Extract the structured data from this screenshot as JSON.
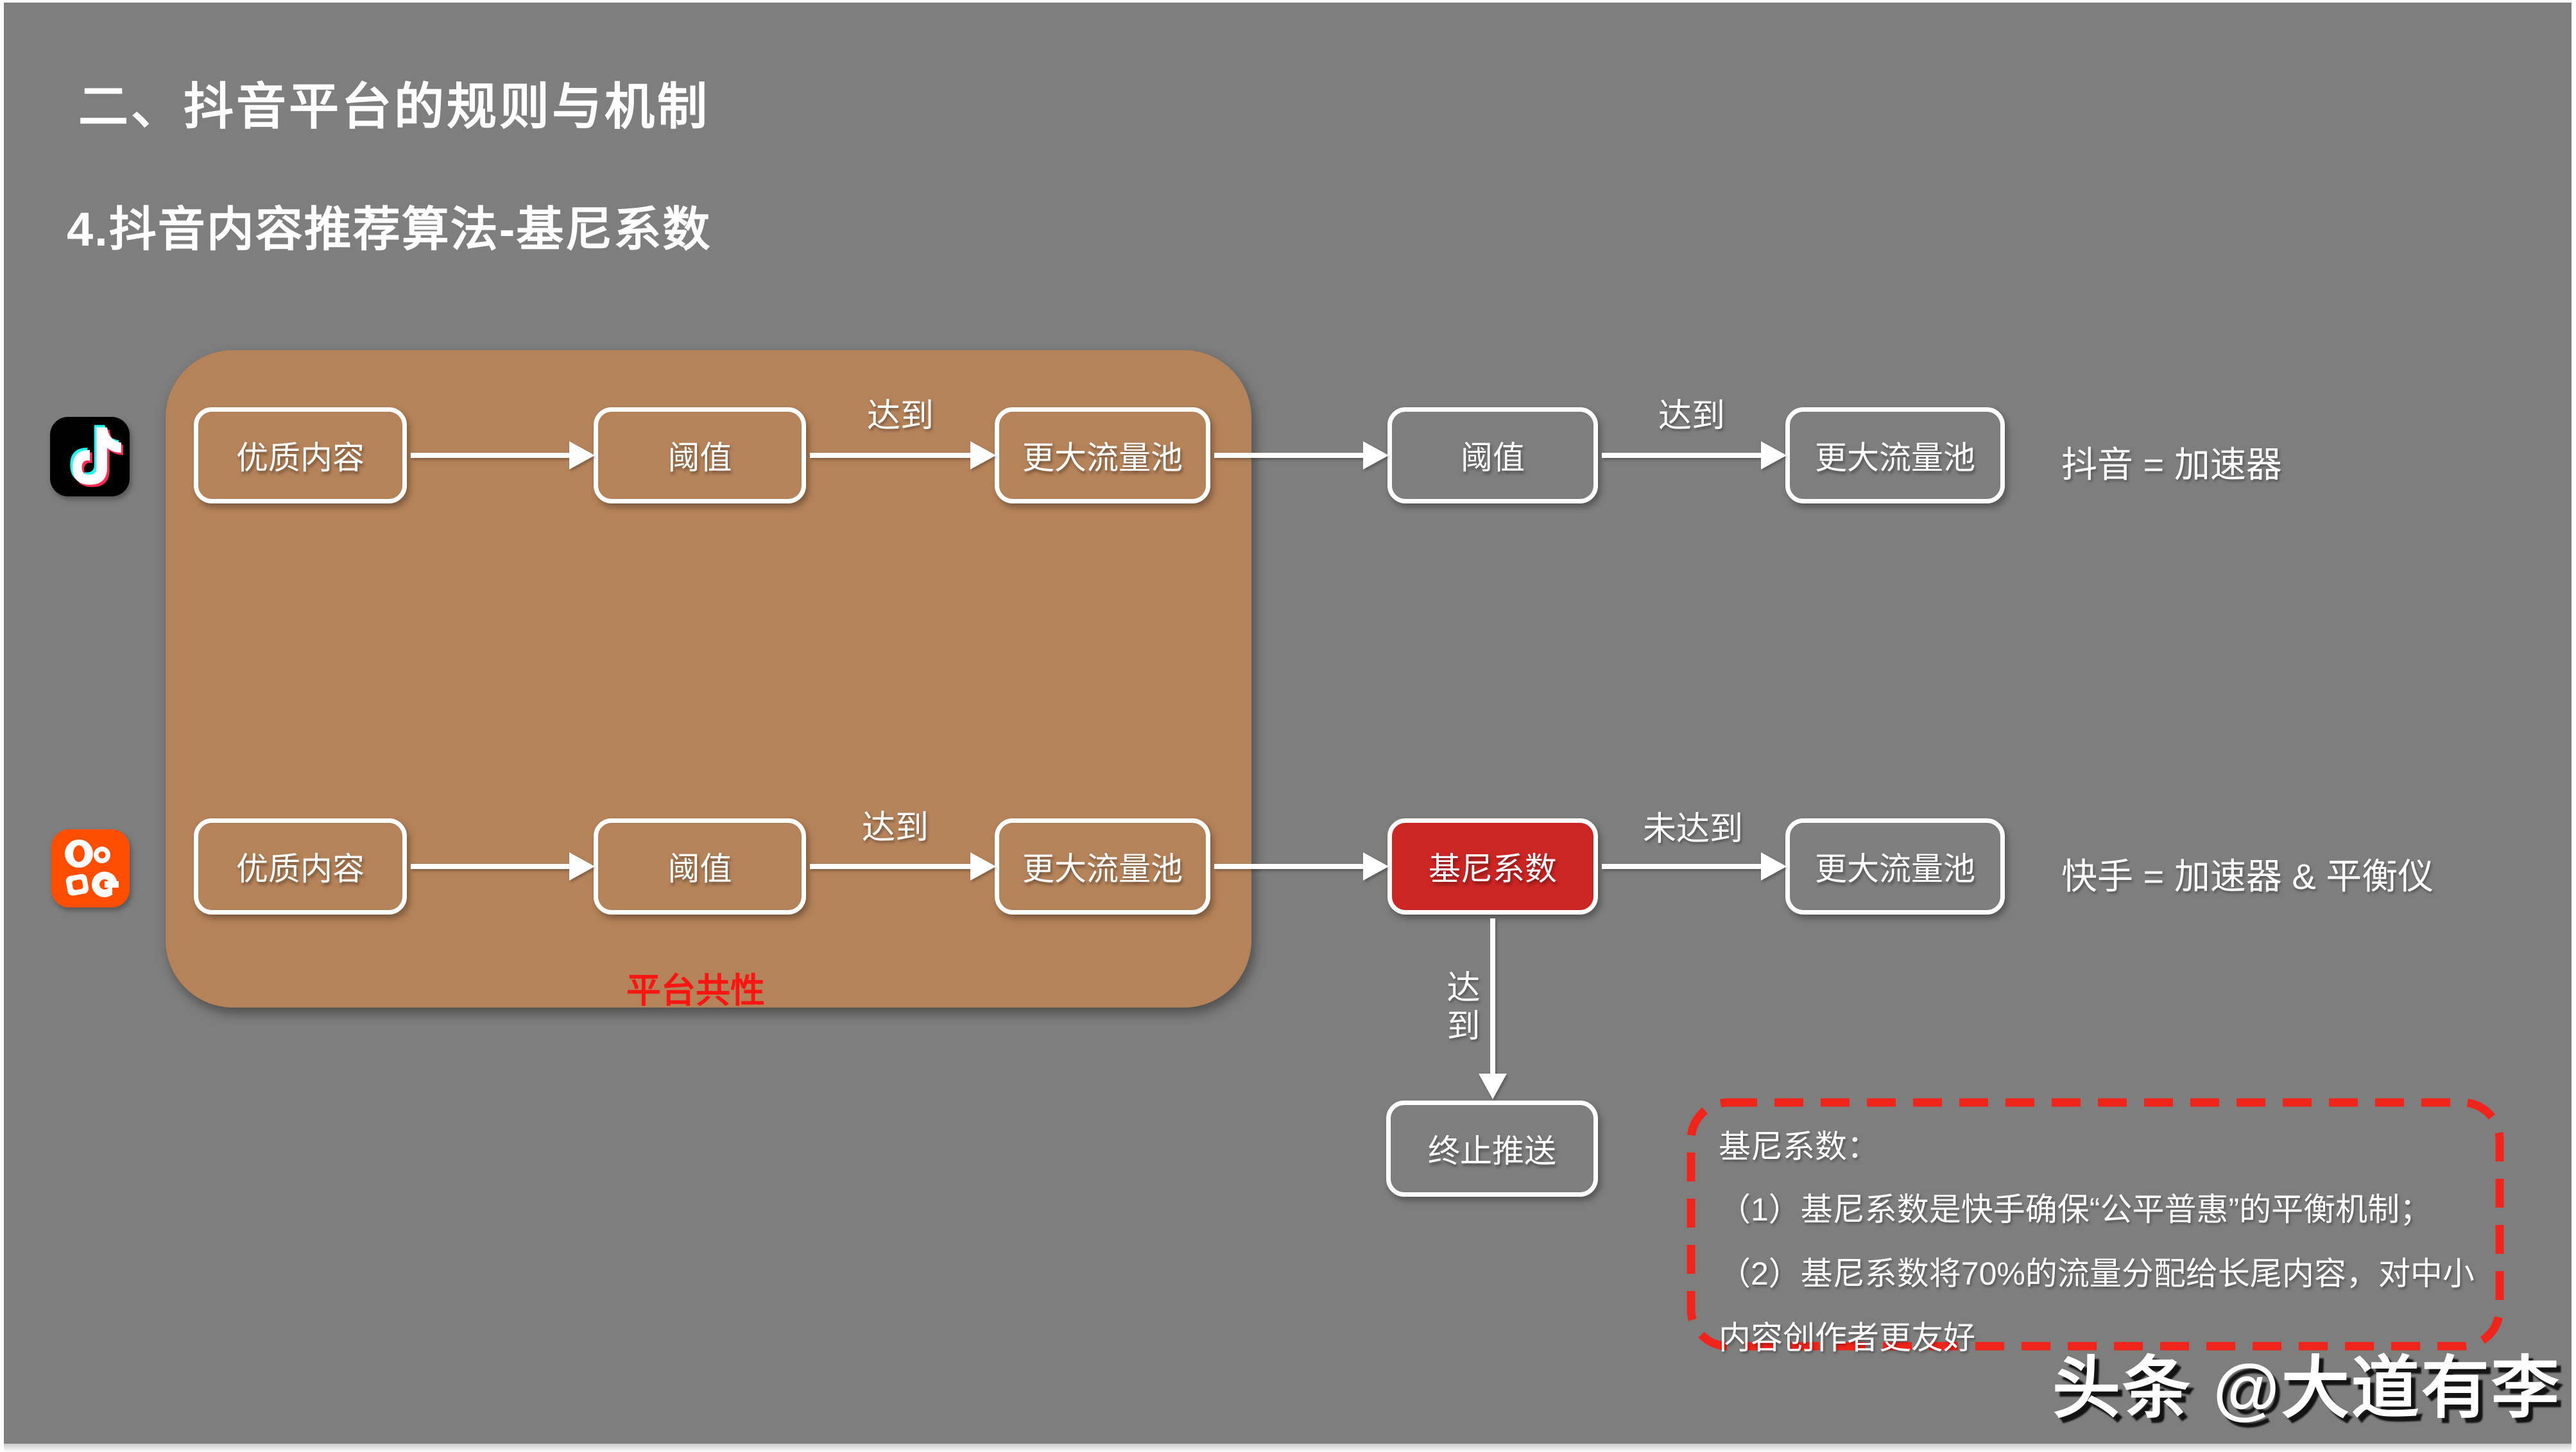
{
  "page": {
    "title": "二、抖音平台的规则与机制",
    "subtitle": "4.抖音内容推荐算法-基尼系数",
    "watermark": "头条 @大道有李"
  },
  "common_zone_label": "平台共性",
  "douyin_flow": {
    "icon": "douyin-app-icon",
    "node1": "优质内容",
    "node2": "阈值",
    "node3": "更大流量池",
    "node4": "阈值",
    "node5": "更大流量池",
    "edge2_label": "达到",
    "edge4_label": "达到",
    "summary": "抖音 = 加速器"
  },
  "kuaishou_flow": {
    "icon": "kuaishou-app-icon",
    "node1": "优质内容",
    "node2": "阈值",
    "node3": "更大流量池",
    "node4": "基尼系数",
    "node5": "更大流量池",
    "edge2_label": "达到",
    "edge4_label": "未达到",
    "branch_label": "达到",
    "branch_node": "终止推送",
    "summary": "快手 = 加速器 & 平衡仪"
  },
  "note": {
    "line1": "基尼系数：",
    "line2": "（1）基尼系数是快手确保“公平普惠”的平衡机制；",
    "line3": "（2）基尼系数将70%的流量分配给长尾内容，对中小",
    "line4": "内容创作者更友好"
  },
  "colors": {
    "slide_background": "#7E7E7E",
    "common_zone_fill": "#B5835A",
    "gini_node_fill": "#CB2524",
    "note_dashed_border": "#F1241B",
    "zone_label_red": "#FB1511",
    "kuaishou_orange": "#FF4E00",
    "douyin_black": "#010101",
    "douyin_cyan": "#25F4EE",
    "douyin_pink": "#FE2C55"
  }
}
